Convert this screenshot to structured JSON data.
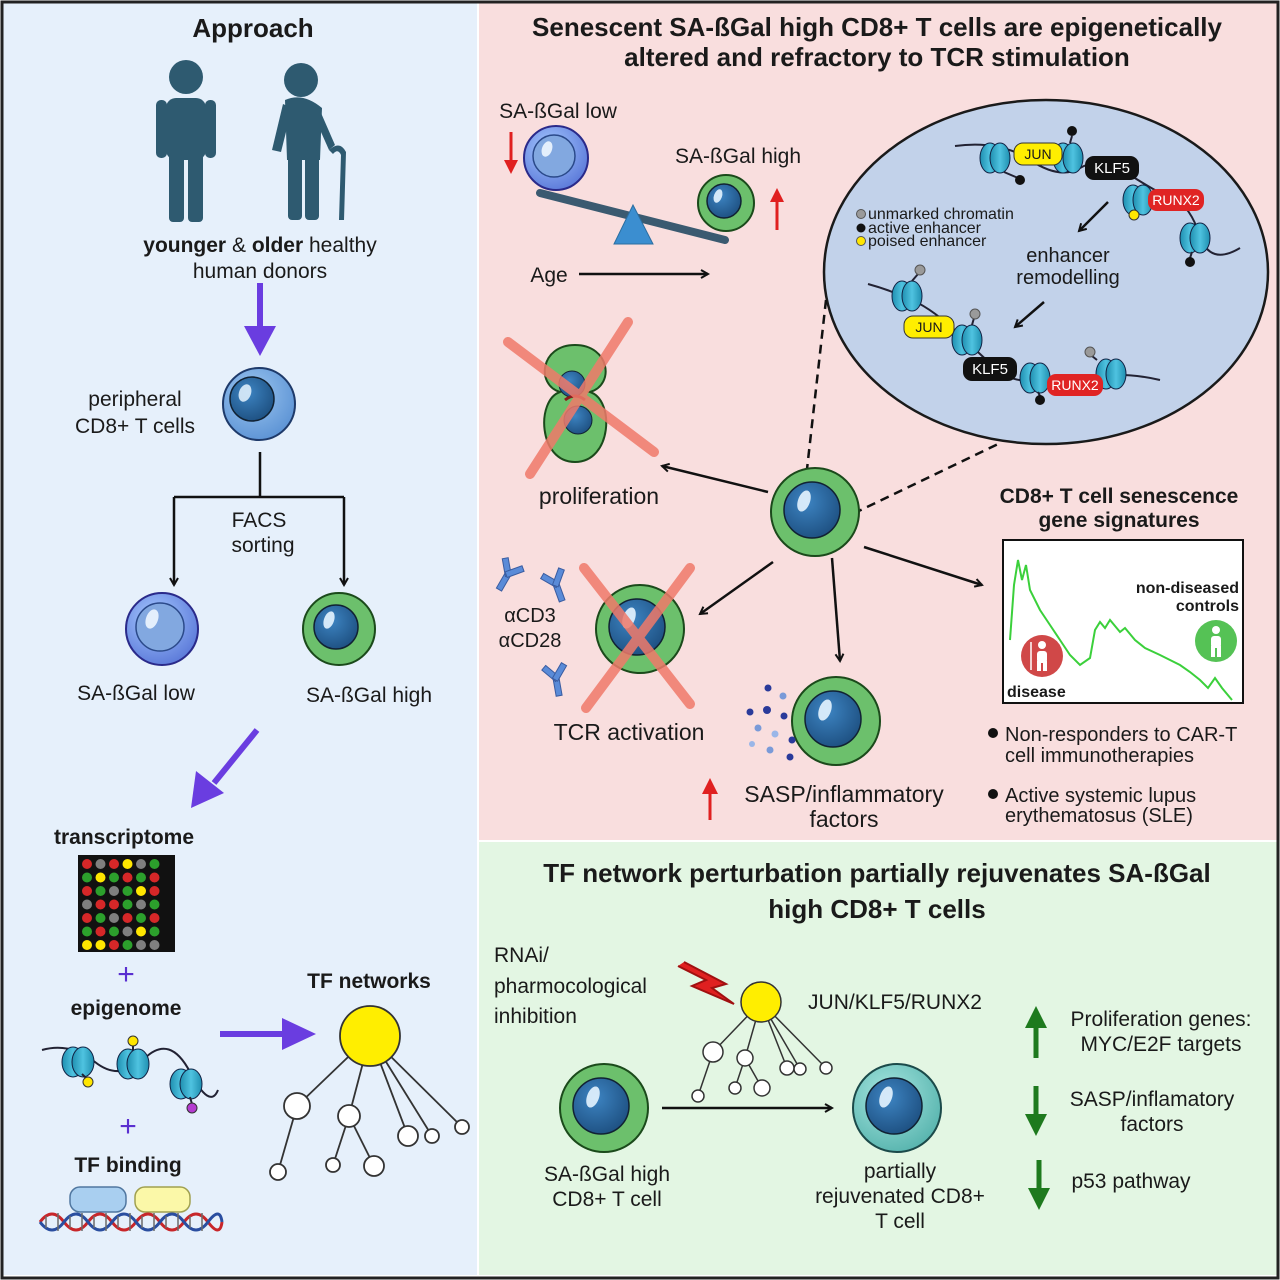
{
  "panels": {
    "approach": {
      "title": "Approach",
      "donors_bold_a": "younger",
      "donors_amp": "&",
      "donors_bold_b": "older",
      "donors_rest": "healthy",
      "donors_line2": "human donors",
      "peripheral_line1": "peripheral",
      "peripheral_line2": "CD8+ T cells",
      "facs_line1": "FACS",
      "facs_line2": "sorting",
      "low_label": "SA-ßGal low",
      "high_label": "SA-ßGal high",
      "transcriptome": "transcriptome",
      "plus": "+",
      "epigenome": "epigenome",
      "tf_binding": "TF binding",
      "tf_networks": "TF networks"
    },
    "senescent": {
      "title_line1": "Senescent SA-ßGal high CD8+ T cells are epigenetically",
      "title_line2": "altered and refractory to TCR stimulation",
      "low_label": "SA-ßGal low",
      "high_label": "SA-ßGal high",
      "age": "Age",
      "legend_unmarked": "unmarked chromatin",
      "legend_active": "active enhancer",
      "legend_poised": "poised enhancer",
      "remodel_line1": "enhancer",
      "remodel_line2": "remodelling",
      "tf_jun": "JUN",
      "tf_klf5": "KLF5",
      "tf_runx2": "RUNX2",
      "proliferation": "proliferation",
      "acd3": "αCD3",
      "acd28": "αCD28",
      "tcr_activation": "TCR activation",
      "sasp_line1": "SASP/inflammatory",
      "sasp_line2": "factors",
      "signature_line1": "CD8+ T cell senescence",
      "signature_line2": "gene signatures",
      "nondiseased_line1": "non-diseased",
      "nondiseased_line2": "controls",
      "disease": "disease",
      "bullet1_line1": "Non-responders to CAR-T",
      "bullet1_line2": "cell immunotherapies",
      "bullet2_line1": "Active systemic lupus",
      "bullet2_line2": "erythematosus (SLE)"
    },
    "rejuvenation": {
      "title_line1": "TF network perturbation partially rejuvenates SA-ßGal",
      "title_line2": "high CD8+ T cells",
      "rnai_line1": "RNAi/",
      "rnai_line2": "pharmocological",
      "rnai_line3": "inhibition",
      "tfs": "JUN/KLF5/RUNX2",
      "cell_line1": "SA-ßGal high",
      "cell_line2": "CD8+ T cell",
      "rejuv_line1": "partially",
      "rejuv_line2": "rejuvenated CD8+",
      "rejuv_line3": "T cell",
      "effect1_line1": "Proliferation genes:",
      "effect1_line2": "MYC/E2F targets",
      "effect2_line1": "SASP/inflamatory",
      "effect2_line2": "factors",
      "effect3": "p53 pathway"
    }
  },
  "heatmap_colors": [
    [
      "#d62728",
      "#7f7f7f",
      "#d62728",
      "#ffe600",
      "#7f7f7f",
      "#2ca02c"
    ],
    [
      "#2ca02c",
      "#ffe600",
      "#2ca02c",
      "#d62728",
      "#2ca02c",
      "#d62728"
    ],
    [
      "#d62728",
      "#2ca02c",
      "#7f7f7f",
      "#2ca02c",
      "#ffe600",
      "#d62728"
    ],
    [
      "#7f7f7f",
      "#d62728",
      "#d62728",
      "#2ca02c",
      "#7f7f7f",
      "#2ca02c"
    ],
    [
      "#d62728",
      "#2ca02c",
      "#7f7f7f",
      "#d62728",
      "#2ca02c",
      "#d62728"
    ],
    [
      "#2ca02c",
      "#d62728",
      "#2ca02c",
      "#7f7f7f",
      "#ffe600",
      "#2ca02c"
    ],
    [
      "#ffe600",
      "#ffe600",
      "#d62728",
      "#2ca02c",
      "#7f7f7f",
      "#7f7f7f"
    ]
  ],
  "colors": {
    "left_bg": "#e6f0fb",
    "top_bg": "#f9dede",
    "bottom_bg": "#e3f6e3",
    "arrow_purple": "#6a3de0",
    "cell_green": "#6cc06c",
    "nucleus": "#2d6aa0"
  }
}
